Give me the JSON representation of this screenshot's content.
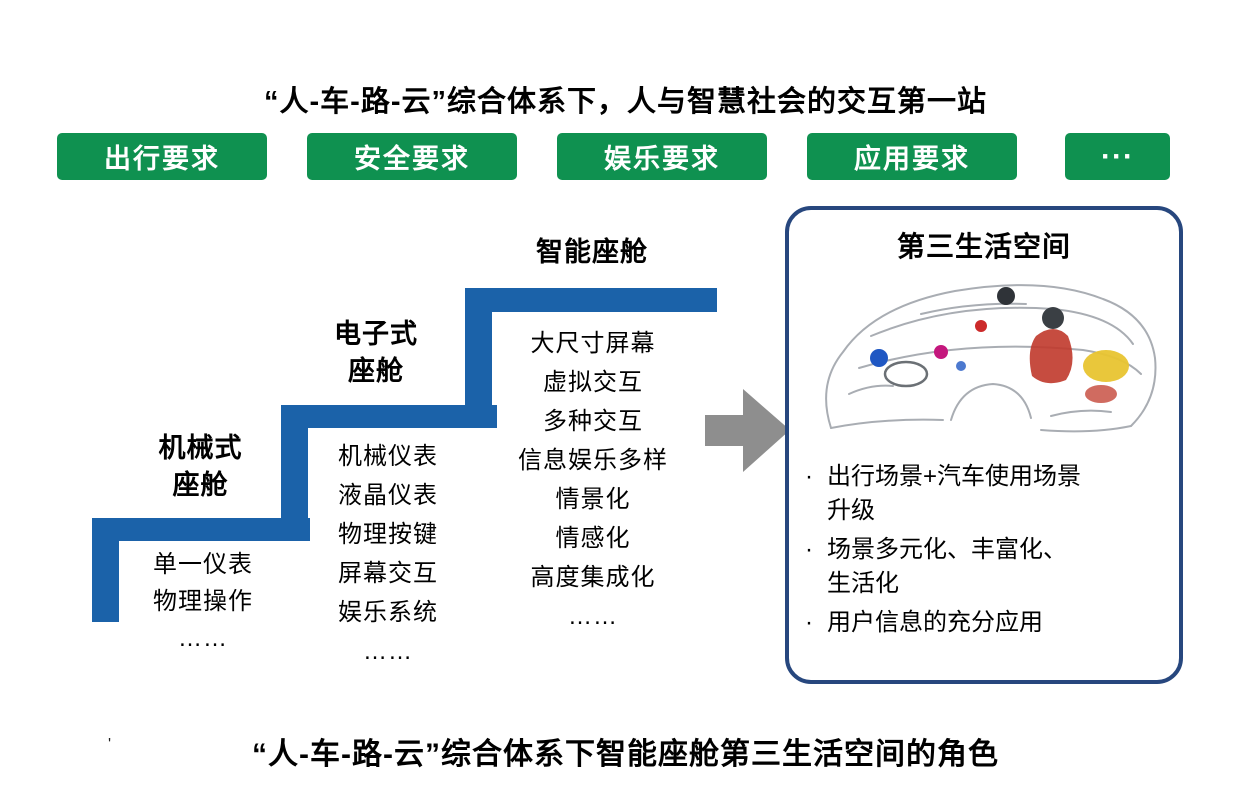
{
  "colors": {
    "green": "#0f9150",
    "blue": "#1b62a9",
    "box_border": "#27477e",
    "arrow_gray": "#8e8e8e"
  },
  "top_title": "“人-车-路-云”综合体系下，人与智慧社会的交互第一站",
  "requirements": [
    {
      "label": "出行要求"
    },
    {
      "label": "安全要求"
    },
    {
      "label": "娱乐要求"
    },
    {
      "label": "应用要求"
    },
    {
      "label": "···"
    }
  ],
  "stairs": {
    "steps": [
      {
        "label_lines": [
          "机械式",
          "座舱"
        ],
        "features": [
          "单一仪表",
          "物理操作",
          "……"
        ]
      },
      {
        "label_lines": [
          "电子式",
          "座舱"
        ],
        "features": [
          "机械仪表",
          "液晶仪表",
          "物理按键",
          "屏幕交互",
          "娱乐系统",
          "……"
        ]
      },
      {
        "label_lines": [
          "智能座舱"
        ],
        "features": [
          "大尺寸屏幕",
          "虚拟交互",
          "多种交互",
          "信息娱乐多样",
          "情景化",
          "情感化",
          "高度集成化",
          "……"
        ]
      }
    ]
  },
  "third_space": {
    "title": "第三生活空间",
    "bullet_marker": "·",
    "bullets": [
      "出行场景+汽车使用场景\n升级",
      "场景多元化、丰富化、\n生活化",
      "用户信息的充分应用"
    ]
  },
  "stray_mark": "'",
  "bottom_caption": "“人-车-路-云”综合体系下智能座舱第三生活空间的角色"
}
